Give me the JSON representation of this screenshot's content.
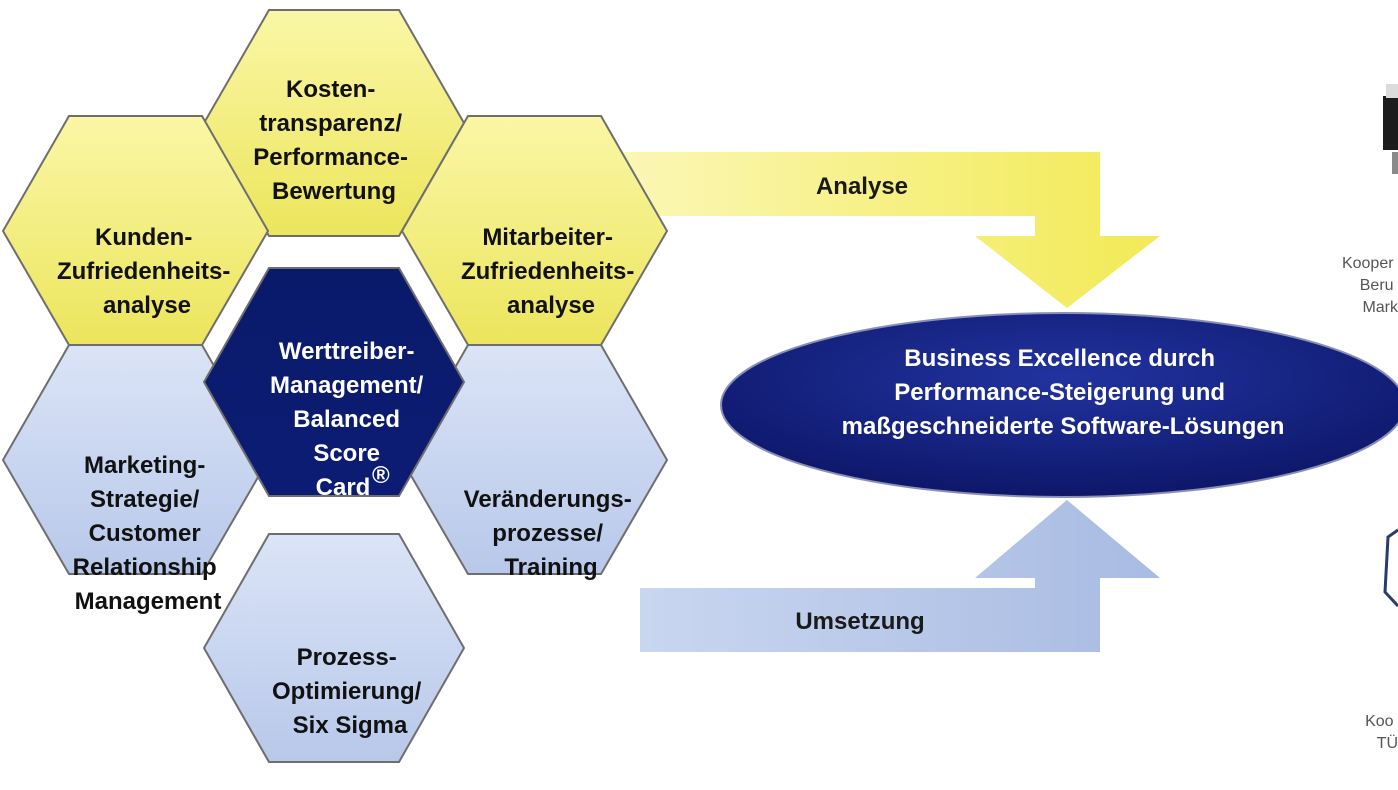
{
  "hexagons": {
    "kosten": {
      "lines": [
        "Kosten-",
        "transparenz/",
        "Performance-",
        "Bewertung"
      ]
    },
    "kunden": {
      "lines": [
        "Kunden-",
        "Zufriedenheits-",
        "analyse"
      ]
    },
    "mitarbeiter": {
      "lines": [
        "Mitarbeiter-",
        "Zufriedenheits-",
        "analyse"
      ]
    },
    "werttreiber": {
      "lines": [
        "Werttreiber-",
        "Management/",
        "Balanced",
        "Score",
        "Card"
      ],
      "superscript": "®"
    },
    "marketing": {
      "lines": [
        "Marketing-",
        "Strategie/",
        "Customer",
        "Relationship",
        "Management"
      ]
    },
    "veraenderung": {
      "lines": [
        "Veränderungs-",
        "prozesse/",
        "Training"
      ]
    },
    "prozess": {
      "lines": [
        "Prozess-",
        "Optimierung/",
        "Six Sigma"
      ]
    }
  },
  "arrows": {
    "top_label": "Analyse",
    "bottom_label": "Umsetzung"
  },
  "center": {
    "lines": [
      "Business Excellence durch",
      "Performance-Steigerung und",
      "maßgeschneiderte Software-Lösungen"
    ]
  },
  "right_edge": {
    "upper_lines": [
      "Kooper",
      "Beru",
      "Mark"
    ],
    "lower_lines": [
      "Koo",
      "TÜ"
    ]
  },
  "colors": {
    "yellow": "#f4f07a",
    "light_blue": "#c5d3ef",
    "navy": "#0b1c6e",
    "arrow_yellow": "#f6ef6b",
    "arrow_blue": "#b6c5e6",
    "ellipse": "#13207e"
  }
}
